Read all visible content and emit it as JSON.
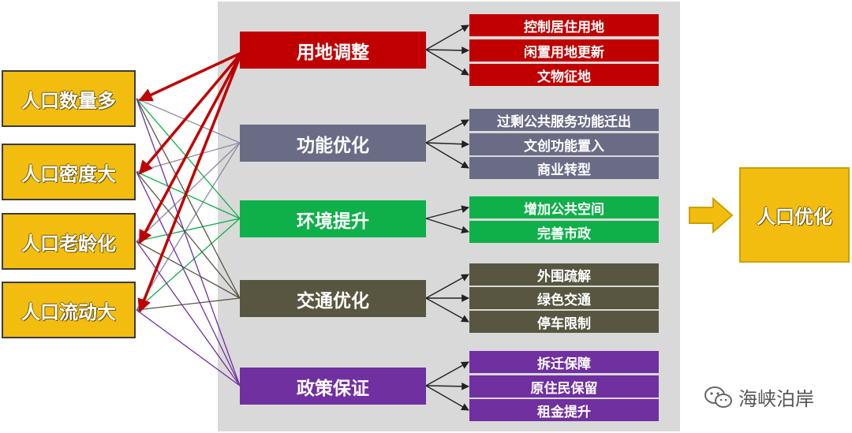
{
  "colors": {
    "problem_bg": "#f2bd0f",
    "land": "#c00000",
    "function": "#6a6c86",
    "environment": "#0fb04a",
    "transport": "#585640",
    "policy": "#7030a0",
    "panel": "#d9d9d9"
  },
  "problems": [
    {
      "label": "人口数量多"
    },
    {
      "label": "人口密度大"
    },
    {
      "label": "人口老龄化"
    },
    {
      "label": "人口流动大"
    }
  ],
  "strategies": [
    {
      "label": "用地调整",
      "color": "#c00000",
      "measures": [
        "控制居住用地",
        "闲置用地更新",
        "文物征地"
      ]
    },
    {
      "label": "功能优化",
      "color": "#6a6c86",
      "measures": [
        "过剩公共服务功能迁出",
        "文创功能置入",
        "商业转型"
      ]
    },
    {
      "label": "环境提升",
      "color": "#0fb04a",
      "measures": [
        "增加公共空间",
        "完善市政"
      ]
    },
    {
      "label": "交通优化",
      "color": "#585640",
      "measures": [
        "外围疏解",
        "绿色交通",
        "停车限制"
      ]
    },
    {
      "label": "政策保证",
      "color": "#7030a0",
      "measures": [
        "拆迁保障",
        "原住民保留",
        "租金提升"
      ]
    }
  ],
  "result": {
    "label": "人口优化"
  },
  "watermark": {
    "text": "海峡泊岸",
    "icon": "wechat-icon"
  }
}
